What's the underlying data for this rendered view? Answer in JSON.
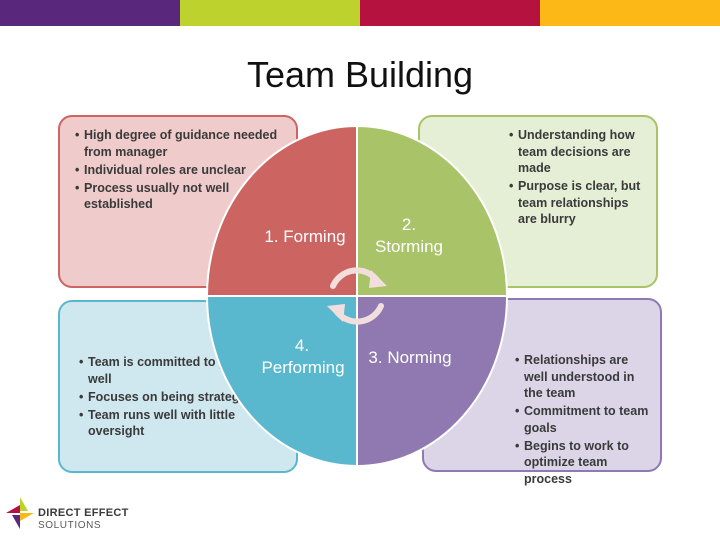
{
  "colors": {
    "bar": [
      "#59287c",
      "#bed22d",
      "#b5123f",
      "#fbb817"
    ],
    "forming": "#cc6462",
    "storming": "#a9c368",
    "norming": "#8f79b0",
    "performing": "#5ab8ce",
    "forming_box": "#efcbcb",
    "storming_box": "#e4efd5",
    "norming_box": "#dcd4e7",
    "performing_box": "#cfe7ee"
  },
  "title": "Team Building",
  "stages": {
    "forming": {
      "label": "1. Forming",
      "bullets": [
        "High degree of guidance needed from manager",
        "Individual roles are unclear",
        "Process usually not well established"
      ]
    },
    "storming": {
      "label_line1": "2.",
      "label_line2": "Storming",
      "bullets": [
        "Understanding how team decisions are made",
        "Purpose is clear, but team relationships are blurry"
      ]
    },
    "norming": {
      "label": "3. Norming",
      "bullets": [
        "Relationships are well understood in the team",
        "Commitment to team goals",
        "Begins to work to optimize team process"
      ]
    },
    "performing": {
      "label_line1": "4.",
      "label_line2": "Performing",
      "bullets": [
        "Team is committed to performing well",
        "Focuses on being strategic",
        "Team runs well with little oversight"
      ]
    }
  },
  "logo": {
    "line1": "DIRECT EFFECT",
    "line2": "SOLUTIONS",
    "icon": "pinwheel-logo-icon"
  }
}
